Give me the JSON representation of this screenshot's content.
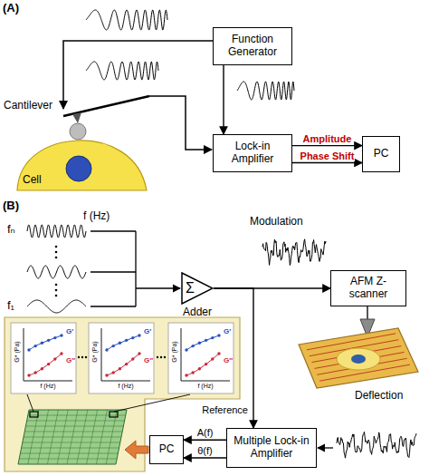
{
  "diagram": {
    "nodes": [
      {
        "text": [
          "Function Generator"
        ]
      },
      {
        "text": [
          "Lock-in Amplifier"
        ]
      },
      {
        "text": [
          "PC"
        ]
      },
      {
        "text": [
          "Cell"
        ]
      },
      {
        "text": [
          "Σ",
          "Adder"
        ]
      },
      {
        "text": [
          "AFM Z-scanner"
        ]
      },
      {
        "text": [
          "Multiple Lock-in Amplifier"
        ]
      },
      {
        "text": [
          "PC"
        ]
      }
    ],
    "edges": [
      {
        "from": 0,
        "to": 1,
        "arrow": "to"
      },
      {
        "from": 1,
        "to": 2,
        "label": "Amplitude",
        "arrow": "to"
      },
      {
        "from": 1,
        "to": 2,
        "label": "Phase Shift",
        "arrow": "to"
      },
      {
        "from": 4,
        "to": 5,
        "arrow": "to"
      },
      {
        "from": 4,
        "to": 6,
        "label": "Reference",
        "arrow": "to"
      },
      {
        "from": 6,
        "to": 7,
        "label": "A(f)",
        "arrow": "to"
      },
      {
        "from": 6,
        "to": 7,
        "label": "θ(f)",
        "arrow": "to"
      }
    ],
    "labels": [
      "(A)",
      "Cantilever",
      "(B)",
      "f (Hz)",
      "fₙ",
      "f₁",
      "Modulation",
      "Deflection",
      "G* (Pa)",
      "f (Hz)",
      "G′",
      "G″",
      "G* (Pa)",
      "f (Hz)",
      "G′",
      "G″",
      "G* (Pa)",
      "f (Hz)",
      "G′",
      "G″"
    ]
  }
}
